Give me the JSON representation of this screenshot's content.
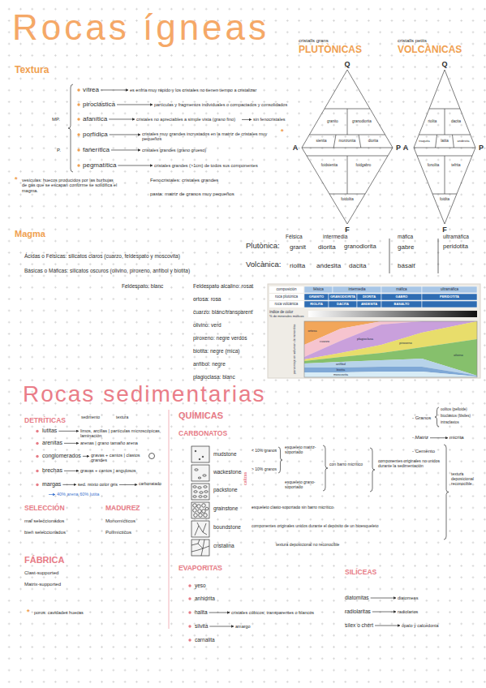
{
  "diagram": {
    "title": "Rocas ígneas",
    "nodes": [
      {
        "text": [
          "Q",
          "A",
          "P",
          "F",
          "granito",
          "granodiorita",
          "sienita",
          "monzonita",
          "diorita",
          "foidsienita",
          "foidgabro",
          "foidolita"
        ]
      },
      {
        "text": [
          "Q",
          "A",
          "P",
          "F",
          "riolita",
          "dacita",
          "traquita",
          "latita",
          "andesita",
          "fonolita",
          "tefrita",
          "foidita"
        ]
      }
    ],
    "labels": [
      "cristalls grans",
      "PLUTÒNICAS",
      "cristalls petits",
      "VOLCÀNICAS",
      "Textura",
      "vítrea",
      "es enfría muy rápido y los cristales no tienen tiempo a cristalizar",
      "piroclástica",
      "partículas y fragmentos individuales o compactados y consolidados",
      "MP.",
      "afanítica",
      "cristales no apreciables a simple vista (grano fino)",
      "sin fenocristales",
      "porfídica",
      "cristales muy grandes incrustados en la matriz de cristales muy pequeños",
      "*",
      "P.",
      "fanerítica",
      "cristales grandes (grano grueso)",
      "pegmatítica",
      "cristales grandes (>1cm) de todos sus componentes",
      "*",
      "vesículas: huecos producidos por las burbujas de gas que se escapan conforme se solidifica el magma.",
      "Fenocristales: cristales grandes",
      "pasta: matriz de granos muy pequeños",
      "Magma",
      "Ácidas o Félsicas: silicatos claros (cuarzo, feldespato y moscovita)",
      "Básicas o Máficas: silicatos oscuros (olivino, piroxeno, anfíbol y biotita)",
      "Feldespato: blanc",
      "Feldespato alcalino: rosat",
      "ortosa: rosa",
      "cuarzo: blanc/transparent",
      "olivino: verd",
      "piroxeno: negre verdós",
      "biotita: negre (mica)",
      "anfíbol: negre",
      "plagioclasa: blanc",
      "Félsica",
      "intermedia",
      "máfica",
      "ultramáfica",
      "Plutònica:",
      "granit",
      "diorita",
      "granodiorita",
      "gabre",
      "peridotita",
      "Volcànica:",
      "riolita",
      "andesita",
      "dacita",
      "basalt",
      "composición",
      "félsica",
      "intermedia",
      "máfica",
      "ultramáfica",
      "roca plutónica",
      "GRANITO",
      "GRANODIORITA",
      "DIORITA",
      "GABRO",
      "PERIDOTITA",
      "roca volcánica",
      "RIOLITA",
      "DACITA",
      "ANDESITA",
      "BASALTO",
      "índice de color",
      "% de minerales máficos",
      "ortosa",
      "cuarzo",
      "plagioclasa",
      "piroxeno",
      "olivino",
      "anfíbol",
      "biotita",
      "moscovita",
      "porcentaje en volumen de minerales",
      "Rocas sedimentarias",
      "DETRÍTICAS",
      "sedimento",
      "textura",
      "lutitas",
      "limos, arcillas | partículas microscópicas, laminación",
      "arenitas",
      "arenas | grano tamaño arena",
      "conglomerados",
      "gravas + cantos | clastos grandes",
      "brechas",
      "gravas + cantos | angulosos",
      "margas",
      "sed. mixto color gris",
      "carbonatado",
      "40% arena 60% lutita",
      "SELECCIÓN",
      "MADUREZ",
      "mal seleccionados",
      "bien seleccionados",
      "Monomícticos",
      "Polimícticos",
      "FÁBRICA",
      "Clast-supported",
      "Matrix-supported",
      "*",
      "poros: cavidades huecas",
      "QUÍMICAS",
      "CARBONATOS",
      "mudstone",
      "wackestone",
      "packstone",
      "grainstone",
      "boundstone",
      "cristalina",
      "calizas",
      "< 10% granos",
      "> 10% granos",
      "esqueleto matriz-soportado",
      "esqueleto grano-soportado",
      "con barro micrítico",
      "componentes originales no unidos durante la sedimentación",
      "esqueleto clasto-soportado sin barro micrítico",
      "componentes originales unidos durante el depósito de un bioesqueleto",
      "textura deposicional no reconocible",
      "textura deposicional reconocible",
      "- Granos",
      "oolitos (pelloide)",
      "bioclastos (fósiles)",
      "intraclastos",
      "- Matriz",
      "micrita",
      "- Cemento",
      "EVAPORITAS",
      "yeso",
      "anhidrita",
      "halita",
      "cristales cúbicos, transparentes o blancos",
      "silvita",
      "amargo",
      "carnalita",
      "SILÍCEAS",
      "diatomitas",
      "diatomeas",
      "radiolaritas",
      "radiolarios",
      "sílex o chert",
      "ópalo y calcedonia"
    ]
  }
}
